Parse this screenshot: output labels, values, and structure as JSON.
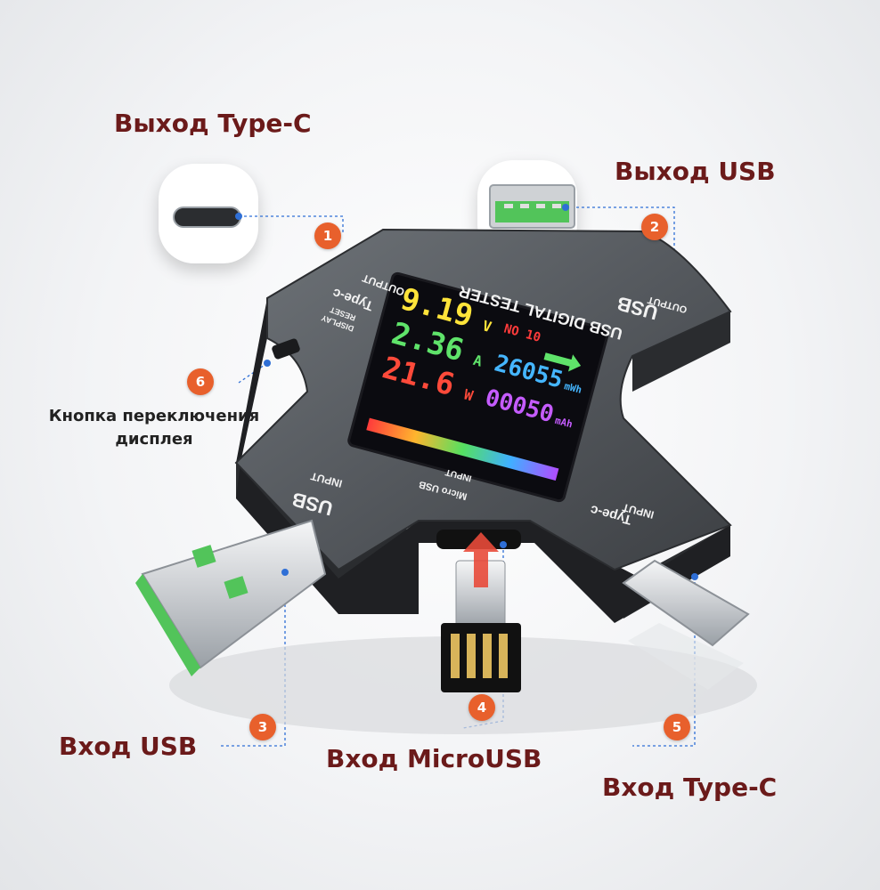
{
  "labels": {
    "output_typec": "Выход Type-C",
    "output_usb": "Выход USB",
    "display_button_line1": "Кнопка переключения",
    "display_button_line2": "дисплея",
    "input_usb": "Вход USB",
    "input_microusb": "Вход MicroUSB",
    "input_typec": "Вход Type-C"
  },
  "badges": [
    "1",
    "2",
    "3",
    "4",
    "5",
    "6"
  ],
  "device": {
    "title": "USB DIGITAL TESTER",
    "port_output_typec_name": "Type-c",
    "port_output_typec_dir": "OUTPUT",
    "reset": "RESET",
    "display": "DISPLAY",
    "port_output_usb_name": "USB",
    "port_output_usb_dir": "OUTPUT",
    "port_input_usb_name": "USB",
    "port_input_usb_dir": "INPUT",
    "port_input_typec_name": "Type-c",
    "port_input_typec_dir": "INPUT",
    "port_input_micro_name": "Micro USB",
    "port_input_micro_dir": "INPUT"
  },
  "screen": {
    "voltage": "9.19",
    "voltage_unit": "V",
    "current": "2.36",
    "current_unit": "A",
    "power": "21.6",
    "power_unit": "W",
    "energy": "26055",
    "energy_unit": "mWh",
    "capacity": "00050",
    "capacity_unit": "mAh",
    "group": "NO 10"
  },
  "colors": {
    "label": "#6b1a1a",
    "badge": "#e8602c",
    "accent_line": "#2f6fd6",
    "device_body": "#5a5e63",
    "usb_tongue": "#52c45a"
  }
}
